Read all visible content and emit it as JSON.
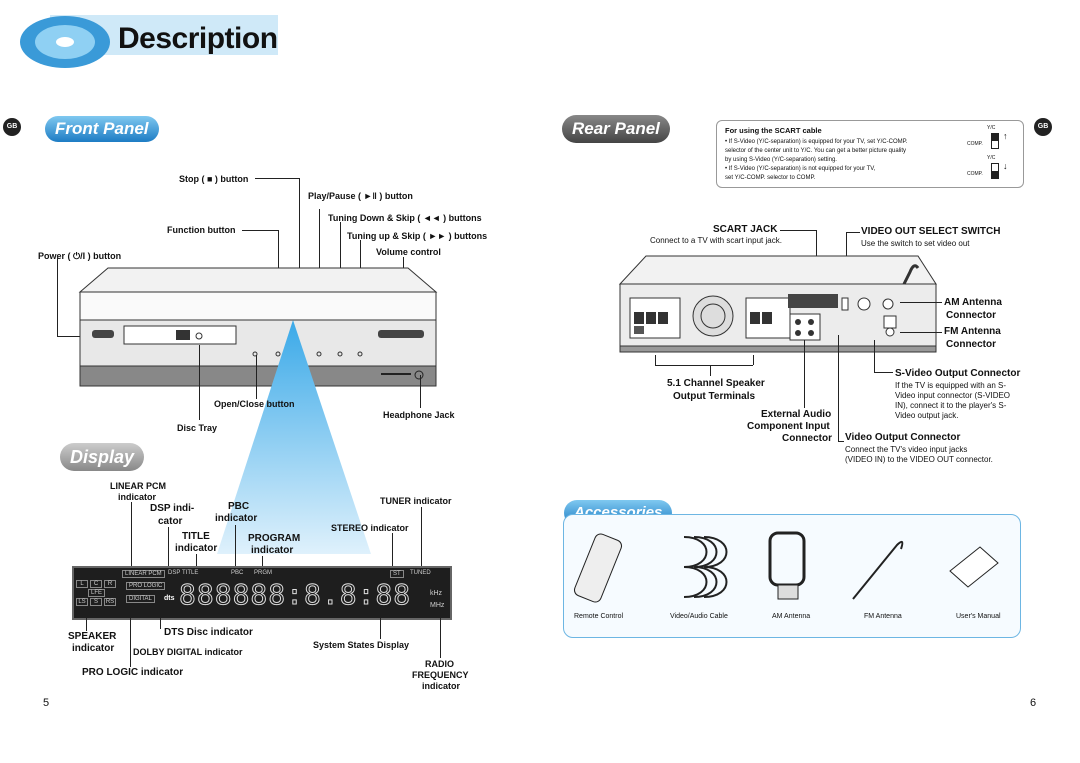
{
  "header": {
    "title": "Description"
  },
  "front_panel": {
    "heading": "Front Panel",
    "labels": {
      "stop": "Stop ( ■ ) button",
      "play": "Play/Pause ( ►‖ ) button",
      "tuning_down": "Tuning Down & Skip ( ◄◄ ) buttons",
      "function": "Function button",
      "tuning_up": "Tuning up & Skip ( ►► ) buttons",
      "power": "Power ( ⏻/I ) button",
      "volume": "Volume control",
      "open_close": "Open/Close button",
      "headphone": "Headphone Jack",
      "disc_tray": "Disc Tray"
    }
  },
  "display": {
    "heading": "Display",
    "labels": {
      "linear_pcm": "LINEAR PCM",
      "linear_pcm_2": "indicator",
      "dsp": "DSP indi-",
      "dsp_2": "cator",
      "pbc": "PBC",
      "pbc_2": "indicator",
      "tuner": "TUNER indicator",
      "stereo": "STEREO indicator",
      "title": "TITLE",
      "title_2": "indicator",
      "program": "PROGRAM",
      "program_2": "indicator",
      "speaker": "SPEAKER",
      "speaker_2": "indicator",
      "dts": "DTS Disc indicator",
      "dolby": "DOLBY DIGITAL indicator",
      "system": "System States Display",
      "pro_logic": "PRO LOGIC indicator",
      "radio": "RADIO",
      "radio_2": "FREQUENCY",
      "radio_3": "indicator"
    },
    "screen": {
      "linear_pcm": "LINEAR PCM",
      "dsp": "DSP",
      "title": "TITLE",
      "pbc": "PBC",
      "prgm": "PRGM",
      "st": "ST",
      "tuned": "TUNED",
      "pro_logic": "PRO LOGIC",
      "digital": "DIGITAL",
      "dts": "dts",
      "khz": "kHz",
      "mhz": "MHz",
      "spk_row1": [
        "L",
        "C",
        "R"
      ],
      "spk_row2": [
        "LFE"
      ],
      "spk_row3": [
        "LS",
        "S",
        "RS"
      ],
      "digits": "888888:8.8:88"
    }
  },
  "rear_panel": {
    "heading": "Rear Panel",
    "note_title": "For using the SCART cable",
    "note_1": "• If S-Video (Y/C-separation) is equipped for your TV, set Y/C-COMP.",
    "note_2": "  selector of the center unit to Y/C. You can get a better picture quality",
    "note_3": "  by using S-Video (Y/C-separation) setting.",
    "note_4": "• If S-Video (Y/C-separation) is not equipped for your TV,",
    "note_5": "  set Y/C-COMP. selector to COMP.",
    "scart_title": "SCART JACK",
    "scart_desc": "Connect to a TV with scart input jack.",
    "video_switch_title": "VIDEO OUT SELECT SWITCH",
    "video_switch_desc": "Use the switch to set video out",
    "am_1": "AM Antenna",
    "am_2": "Connector",
    "fm_1": "FM Antenna",
    "fm_2": "Connector",
    "svideo_title": "S-Video Output Connector",
    "svideo_1": "If the TV is equipped with an S-",
    "svideo_2": "Video input connector (S-VIDEO",
    "svideo_3": "IN), connect it to the player's S-",
    "svideo_4": "Video output jack.",
    "speaker_1": "5.1 Channel Speaker",
    "speaker_2": "Output Terminals",
    "ext_1": "External Audio",
    "ext_2": "Component Input",
    "ext_3": "Connector",
    "video_out_title": "Video Output Connector",
    "video_out_1": "Connect the TV's video input jacks",
    "video_out_2": "(VIDEO IN) to the VIDEO OUT connector.",
    "switch_yc": "Y/C",
    "switch_comp": "COMP."
  },
  "accessories": {
    "heading": "Accessories",
    "items": [
      "Remote Control",
      "Video/Audio Cable",
      "AM Antenna",
      "FM Antenna",
      "User's Manual"
    ]
  },
  "badges": {
    "left": "GB",
    "right": "GB"
  },
  "footer": {
    "page_left": "5",
    "page_right": "6"
  }
}
